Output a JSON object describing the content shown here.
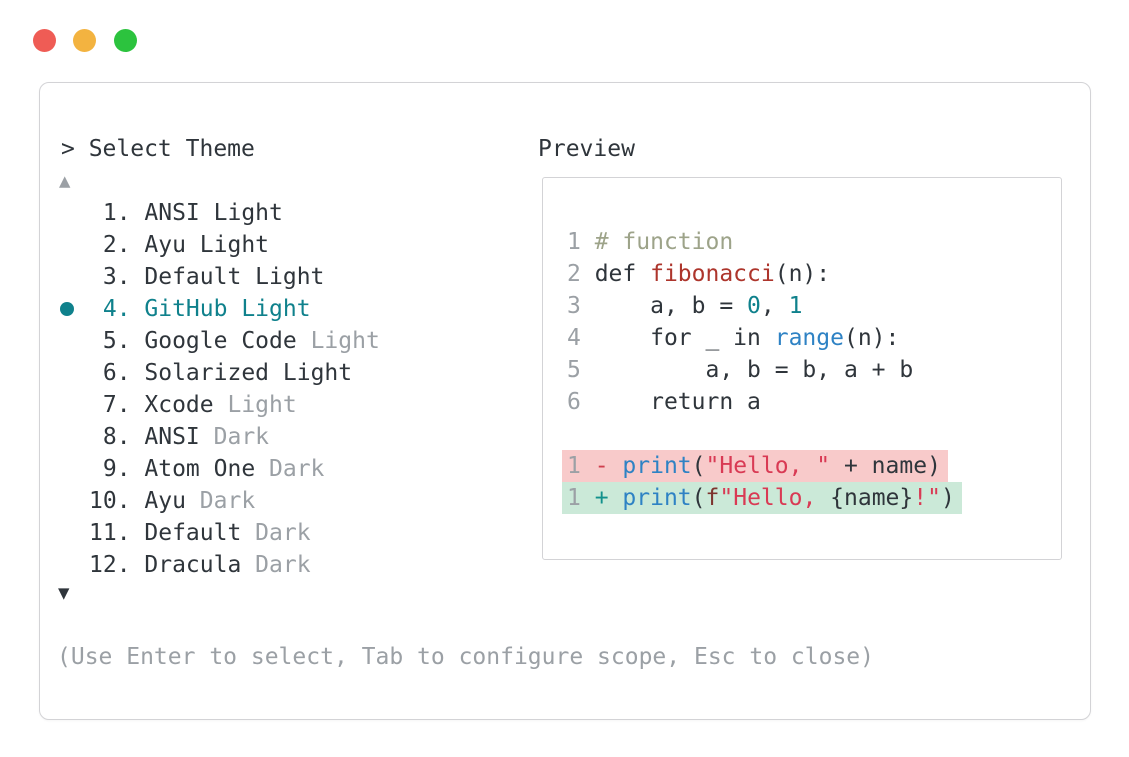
{
  "window": {
    "controls": [
      {
        "name": "close",
        "color": "#ef5c55"
      },
      {
        "name": "minimize",
        "color": "#f3b340"
      },
      {
        "name": "zoom",
        "color": "#2cc33e"
      }
    ]
  },
  "selector": {
    "prompt": "> Select Theme",
    "scroll_up_symbol": "▲",
    "scroll_down_symbol": "▼",
    "items": [
      {
        "number": 1,
        "name": "ANSI",
        "variant": "Light",
        "muted": false,
        "selected": false
      },
      {
        "number": 2,
        "name": "Ayu",
        "variant": "Light",
        "muted": false,
        "selected": false
      },
      {
        "number": 3,
        "name": "Default",
        "variant": "Light",
        "muted": false,
        "selected": false
      },
      {
        "number": 4,
        "name": "GitHub",
        "variant": "Light",
        "muted": false,
        "selected": true
      },
      {
        "number": 5,
        "name": "Google Code",
        "variant": "Light",
        "muted": true,
        "selected": false
      },
      {
        "number": 6,
        "name": "Solarized",
        "variant": "Light",
        "muted": false,
        "selected": false
      },
      {
        "number": 7,
        "name": "Xcode",
        "variant": "Light",
        "muted": true,
        "selected": false
      },
      {
        "number": 8,
        "name": "ANSI",
        "variant": "Dark",
        "muted": true,
        "selected": false
      },
      {
        "number": 9,
        "name": "Atom One",
        "variant": "Dark",
        "muted": true,
        "selected": false
      },
      {
        "number": 10,
        "name": "Ayu",
        "variant": "Dark",
        "muted": true,
        "selected": false
      },
      {
        "number": 11,
        "name": "Default",
        "variant": "Dark",
        "muted": true,
        "selected": false
      },
      {
        "number": 12,
        "name": "Dracula",
        "variant": "Dark",
        "muted": true,
        "selected": false
      }
    ],
    "hint": "(Use Enter to select, Tab to configure scope, Esc to close)"
  },
  "preview": {
    "label": "Preview",
    "code_lines": [
      {
        "num": "1",
        "tokens": [
          {
            "text": "# function",
            "color": "comment"
          }
        ]
      },
      {
        "num": "2",
        "tokens": [
          {
            "text": "def ",
            "color": "fg"
          },
          {
            "text": "fibonacci",
            "color": "func"
          },
          {
            "text": "(n):",
            "color": "fg"
          }
        ]
      },
      {
        "num": "3",
        "tokens": [
          {
            "text": "    a, b = ",
            "color": "fg"
          },
          {
            "text": "0",
            "color": "number"
          },
          {
            "text": ", ",
            "color": "fg"
          },
          {
            "text": "1",
            "color": "number"
          }
        ]
      },
      {
        "num": "4",
        "tokens": [
          {
            "text": "    for _ in ",
            "color": "fg"
          },
          {
            "text": "range",
            "color": "builtin"
          },
          {
            "text": "(n):",
            "color": "fg"
          }
        ]
      },
      {
        "num": "5",
        "tokens": [
          {
            "text": "        a, b = b, a + b",
            "color": "fg"
          }
        ]
      },
      {
        "num": "6",
        "tokens": [
          {
            "text": "    return a",
            "color": "fg"
          }
        ]
      }
    ],
    "diff_lines": [
      {
        "num": "1",
        "sign": "-",
        "type": "removed",
        "tokens": [
          {
            "text": "print",
            "color": "builtin"
          },
          {
            "text": "(",
            "color": "fg"
          },
          {
            "text": "\"Hello, \"",
            "color": "string"
          },
          {
            "text": " + name)",
            "color": "fg"
          }
        ]
      },
      {
        "num": "1",
        "sign": "+",
        "type": "added",
        "tokens": [
          {
            "text": "print",
            "color": "builtin"
          },
          {
            "text": "(",
            "color": "fg"
          },
          {
            "text": "f",
            "color": "fprefix"
          },
          {
            "text": "\"Hello, ",
            "color": "string"
          },
          {
            "text": "{name}",
            "color": "fg"
          },
          {
            "text": "!",
            "color": "string"
          },
          {
            "text": "\"",
            "color": "string"
          },
          {
            "text": ")",
            "color": "fg"
          }
        ]
      }
    ]
  },
  "colors": {
    "foreground": "#2f353b",
    "muted": "#9ba0a5",
    "accent_teal": "#0f818c",
    "builtin_blue": "#2e82c4",
    "function_red": "#ad352c",
    "string_crimson": "#d93a54",
    "comment_sage": "#9da389",
    "fprefix_maroon": "#7d342e",
    "diff_removed_bg": "#f8caca",
    "diff_added_bg": "#cbe9d8",
    "diff_minus": "#cf3f4e",
    "diff_plus": "#12918c",
    "border": "#d3d3d6",
    "traffic_red": "#ef5c55",
    "traffic_yellow": "#f3b340",
    "traffic_green": "#2cc33e"
  }
}
